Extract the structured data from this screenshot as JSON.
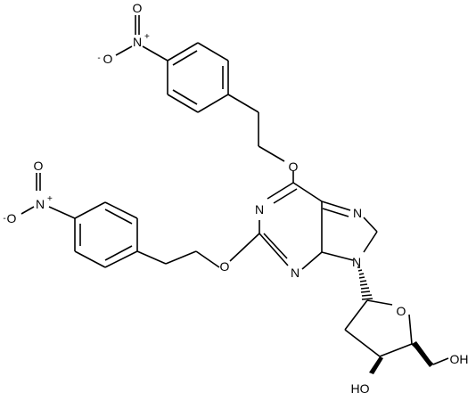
{
  "molecule": {
    "atoms": {
      "nitro1_O_top": "O",
      "nitro1_N": "N",
      "nitro1_plus": "+",
      "nitro1_O_minus": "O",
      "nitro1_minus": "-",
      "nitro2_O_top": "O",
      "nitro2_N": "N",
      "nitro2_plus": "+",
      "nitro2_O_minus": "O",
      "nitro2_minus": "-",
      "ether_O6": "O",
      "ether_O2": "O",
      "purine_N1": "N",
      "purine_N3": "N",
      "purine_N7": "N",
      "purine_N9": "N",
      "sugar_O_ring": "O",
      "sugar_OH_3": "HO",
      "sugar_OH_5": "OH"
    }
  }
}
